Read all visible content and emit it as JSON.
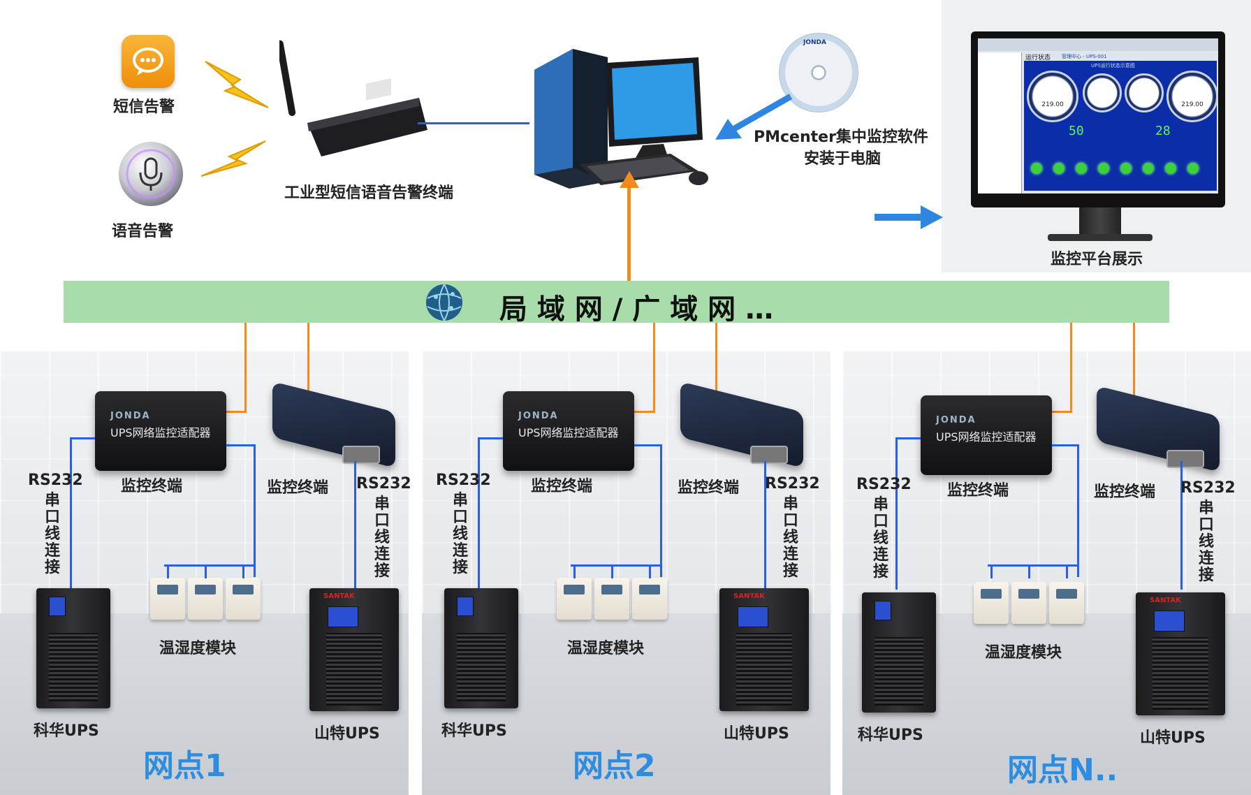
{
  "alerts": {
    "sms_label": "短信告警",
    "voice_label": "语音告警",
    "terminal_label": "工业型短信语音告警终端"
  },
  "software": {
    "line1": "PMcenter集中监控软件",
    "line2": "安装于电脑"
  },
  "platform": {
    "label": "监控平台展示",
    "screen_tab1": "运行状态",
    "screen_tab2": "管理中心 - UPS-001",
    "screen_title": "UPS运行状态示意图",
    "gauge_values": [
      "219.00",
      "219.00"
    ],
    "digit_left": "50",
    "digit_right": "28"
  },
  "network": {
    "label": "局 域 网 / 广 域 网 …"
  },
  "sites": [
    {
      "name": "网点1",
      "adapter_brand": "JONDA",
      "adapter_name": "UPS网络监控适配器",
      "terminal_left": "监控终端",
      "terminal_right": "监控终端",
      "rs_left": "RS232",
      "rs_right": "RS232",
      "serial_left": "串口线连接",
      "serial_right": "串口线连接",
      "module_label": "温湿度模块",
      "ups_left": "科华UPS",
      "ups_right": "山特UPS",
      "santak_brand": "SANTAK"
    },
    {
      "name": "网点2",
      "adapter_brand": "JONDA",
      "adapter_name": "UPS网络监控适配器",
      "terminal_left": "监控终端",
      "terminal_right": "监控终端",
      "rs_left": "RS232",
      "rs_right": "RS232",
      "serial_left": "串口线连接",
      "serial_right": "串口线连接",
      "module_label": "温湿度模块",
      "ups_left": "科华UPS",
      "ups_right": "山特UPS",
      "santak_brand": "SANTAK"
    },
    {
      "name": "网点N..",
      "adapter_brand": "JONDA",
      "adapter_name": "UPS网络监控适配器",
      "terminal_left": "监控终端",
      "terminal_right": "监控终端",
      "rs_left": "RS232",
      "rs_right": "RS232",
      "serial_left": "串口线连接",
      "serial_right": "串口线连接",
      "module_label": "温湿度模块",
      "ups_left": "科华UPS",
      "ups_right": "山特UPS",
      "santak_brand": "SANTAK"
    }
  ],
  "colors": {
    "network_bar": "#a8dcaa",
    "orange_line": "#f28a1e",
    "blue_line": "#2a5fe0",
    "site_name": "#2f8de0",
    "arrow_blue": "#2f86e0",
    "sms_icon": "#f5a015"
  },
  "icons": {
    "sms": "chat-bubble-icon",
    "voice": "microphone-icon",
    "globe": "globe-icon",
    "lightning": "lightning-icon"
  }
}
